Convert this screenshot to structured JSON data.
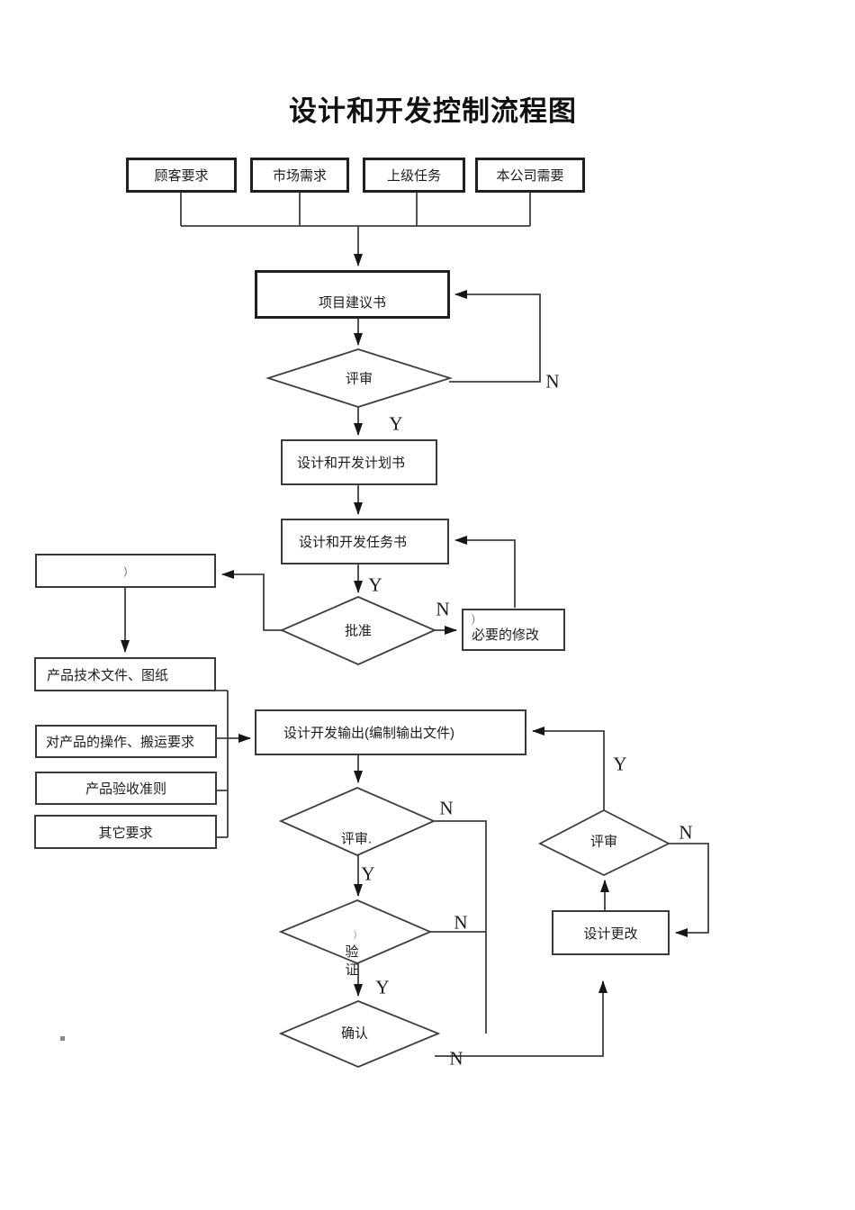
{
  "title": "设计和开发控制流程图",
  "sources": [
    "顾客要求",
    "市场需求",
    "上级任务",
    "本公司需要"
  ],
  "nodes": {
    "proposal": "项目建议书",
    "plan": "设计和开发计划书",
    "task": "设计和开发任务书",
    "modify": "必要的修改",
    "docs": "产品技术文件、图纸",
    "handling": "对产品的操作、搬运要求",
    "acceptance": "产品验收准则",
    "other": "其它要求",
    "output": "设计开发输出(编制输出文件)",
    "change": "设计更改"
  },
  "decisions": {
    "review1": "评审",
    "approve": "批准",
    "review2": "评审.",
    "verify_line1": "验",
    "verify_line2": "证",
    "confirm": "确认",
    "review3": "评审"
  },
  "branch_labels": {
    "yes": "Y",
    "no": "N"
  },
  "artifacts": {
    "paren": ")",
    "colon": ":"
  },
  "colors": {
    "line": "#3f3f3f",
    "border": "#3a3a3a",
    "arrow": "#161616",
    "text": "#1c1c1c"
  }
}
